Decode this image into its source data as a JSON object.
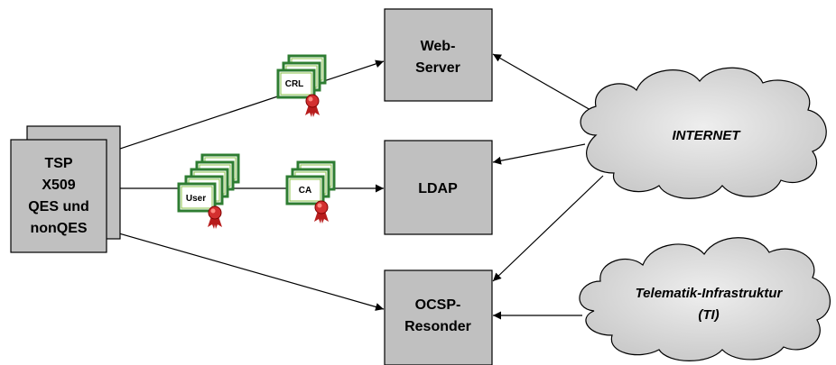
{
  "tsp": {
    "lines": [
      "TSP",
      "X509",
      "QES und",
      "nonQES"
    ]
  },
  "webserver": {
    "lines": [
      "Web-",
      "Server"
    ]
  },
  "ldap": {
    "lines": [
      "LDAP"
    ]
  },
  "ocsp": {
    "lines": [
      "OCSP-",
      "Resonder"
    ]
  },
  "certificates": {
    "crl": "CRL",
    "user": "User",
    "ca": "CA"
  },
  "clouds": {
    "internet": {
      "lines": [
        "INTERNET"
      ]
    },
    "ti": {
      "lines": [
        "Telematik-Infrastruktur",
        "(TI)"
      ]
    }
  },
  "colors": {
    "box_fill": "#c0c0c0",
    "cert_border": "#2e7d32",
    "cloud_fill": "#d9d9d9",
    "seal": "#c62828"
  }
}
